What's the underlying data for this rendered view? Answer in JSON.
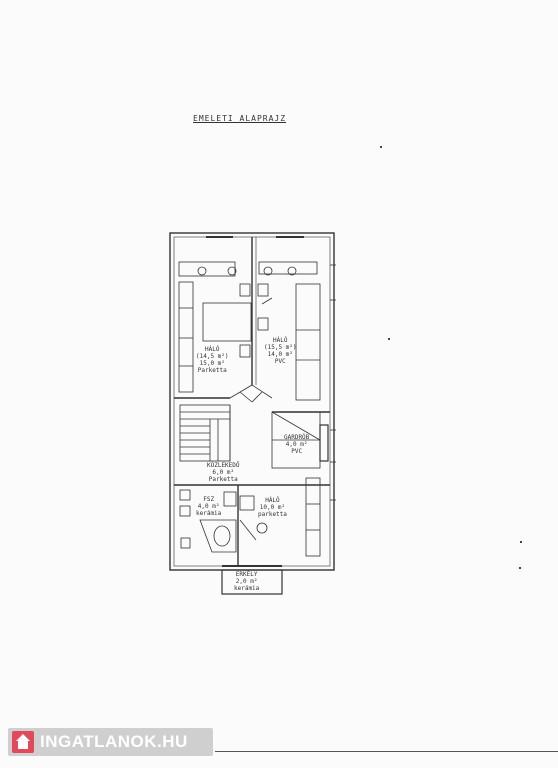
{
  "title": "EMELETI ALAPRAJZ",
  "rooms": {
    "halo_left": {
      "name": "HÁLÓ",
      "area_a": "(14,5 m²)",
      "area_b": "15,0 m²",
      "floor": "Parketta"
    },
    "halo_right": {
      "name": "HÁLÓ",
      "area_a": "(15,5 m²)",
      "area_b": "14,0 m²",
      "floor": "PVC"
    },
    "gardrob": {
      "name": "GARDRÓB",
      "area": "4,0 m²",
      "floor": "PVC"
    },
    "kozlekedo": {
      "name": "KÖZLEKEDŐ",
      "area": "6,0 m²",
      "floor": "Parketta"
    },
    "fsz": {
      "name": "FSZ",
      "area": "4,0 m²",
      "floor": "kerámia"
    },
    "halo_bottom": {
      "name": "HÁLÓ",
      "area": "10,0 m²",
      "floor": "parketta"
    },
    "erkely": {
      "name": "ERKÉLY",
      "area": "2,0 m²",
      "floor": "kerámia"
    }
  },
  "watermark": {
    "text": "INGATLANOK.HU",
    "bg_color": "#cfcfcf",
    "mark_color": "#e14a5a"
  }
}
